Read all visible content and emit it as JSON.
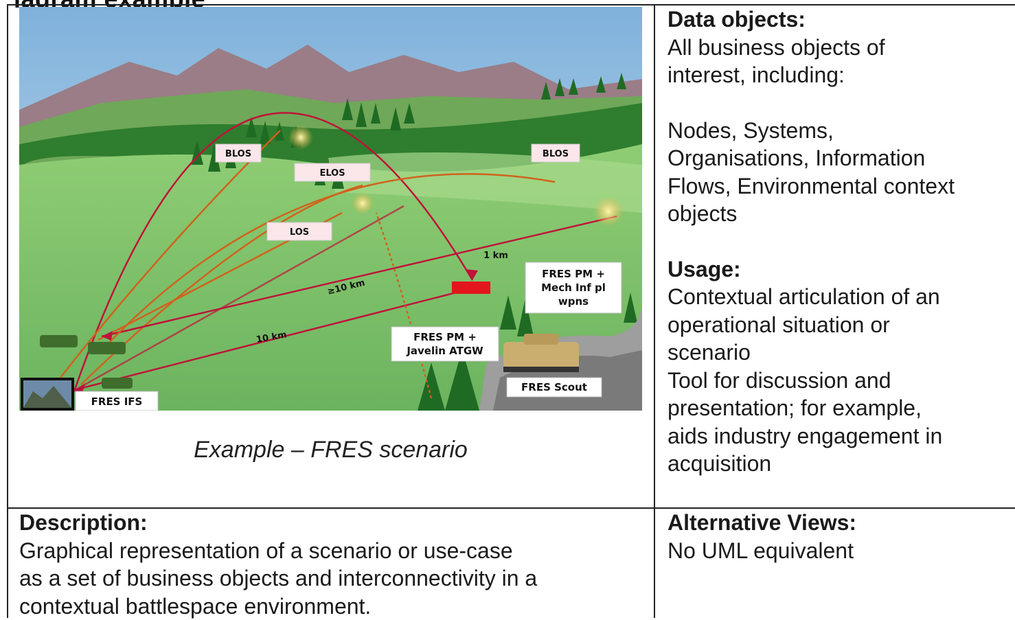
{
  "figure": {
    "caption": "Example – FRES scenario",
    "labels": {
      "blos_left": "BLOS",
      "elos": "ELOS",
      "los": "LOS",
      "blos_right": "BLOS",
      "range_1km": "1 km",
      "range_10km_upper": "≥10 km",
      "range_10km_lower": "10 km",
      "fres_pm_mech_1": "FRES PM +",
      "fres_pm_mech_2": "Mech Inf pl",
      "fres_pm_mech_3": "wpns",
      "fres_pm_jav_1": "FRES PM +",
      "fres_pm_jav_2": "Javelin ATGW",
      "fres_scout": "FRES Scout",
      "fres_ifs": "FRES IFS"
    }
  },
  "data_objects": {
    "heading": "Data objects:",
    "intro": "All business objects of\ninterest, including:",
    "list": "Nodes, Systems,\nOrganisations, Information\nFlows, Environmental context\nobjects"
  },
  "usage": {
    "heading": "Usage:",
    "item1": "Contextual articulation of an\noperational situation or\nscenario",
    "item2": "Tool for discussion and\npresentation; for example,\naids industry engagement in\nacquisition"
  },
  "description": {
    "heading": "Description:",
    "text": "Graphical representation of a scenario or use-case\nas a set of business objects and interconnectivity in a\ncontextual battlespace environment."
  },
  "alternative_views": {
    "heading": "Alternative Views:",
    "text": "No UML equivalent"
  },
  "colors": {
    "rule": "#222222",
    "arc_red": "#c0123a",
    "arc_orange": "#d0621c",
    "grass": "#7cc06a"
  }
}
